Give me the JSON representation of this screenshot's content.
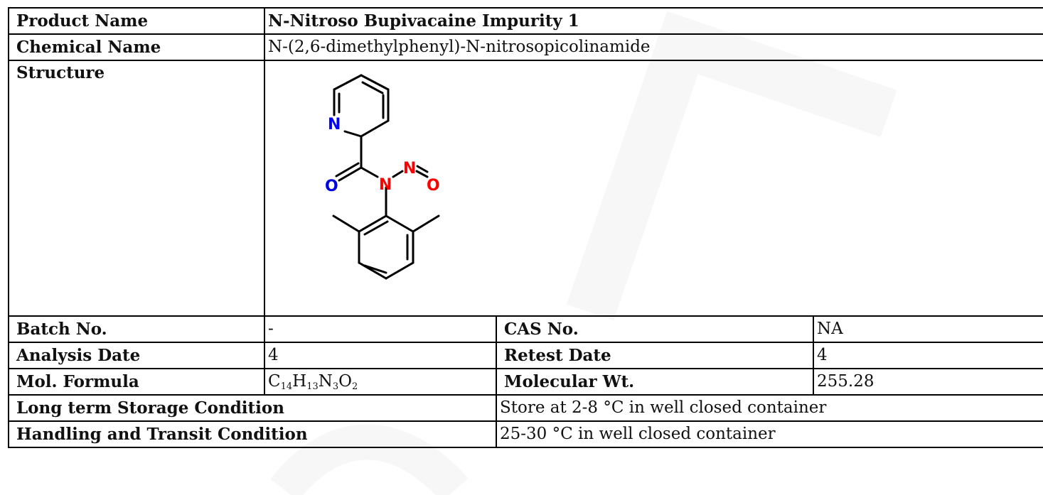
{
  "product_name": {
    "label": "Product Name",
    "value": "N-Nitroso Bupivacaine Impurity 1"
  },
  "chemical_name": {
    "label": "Chemical Name",
    "value": "N-(2,6-dimethylphenyl)-N-nitrosopicolinamide"
  },
  "structure": {
    "label": "Structure",
    "atoms": {
      "pyridine_n": "N",
      "amide_n": "N",
      "nitroso_n": "N",
      "carbonyl_o": "O",
      "nitroso_o": "O"
    },
    "colors": {
      "nitrogen_pyridine": "#0000ff",
      "oxygen_carbonyl": "#0000dd",
      "nitroso": "#ff0000",
      "bond": "#000000"
    }
  },
  "batch_no": {
    "label": "Batch No.",
    "value": "-"
  },
  "cas_no": {
    "label": "CAS No.",
    "value": "NA"
  },
  "analysis_date": {
    "label": "Analysis Date",
    "value": "4"
  },
  "retest_date": {
    "label": "Retest Date",
    "value": "4"
  },
  "mol_formula": {
    "label": "Mol. Formula",
    "parts": [
      {
        "el": "C",
        "n": "14"
      },
      {
        "el": "H",
        "n": "13"
      },
      {
        "el": "N",
        "n": "3"
      },
      {
        "el": "O",
        "n": "2"
      }
    ]
  },
  "molecular_wt": {
    "label": "Molecular Wt.",
    "value": "255.28"
  },
  "long_term_storage": {
    "label": "Long term Storage Condition",
    "value": "Store at 2-8 °C in well closed container"
  },
  "handling_transit": {
    "label": "Handling and Transit Condition",
    "value": "25-30 °C in well closed container"
  }
}
